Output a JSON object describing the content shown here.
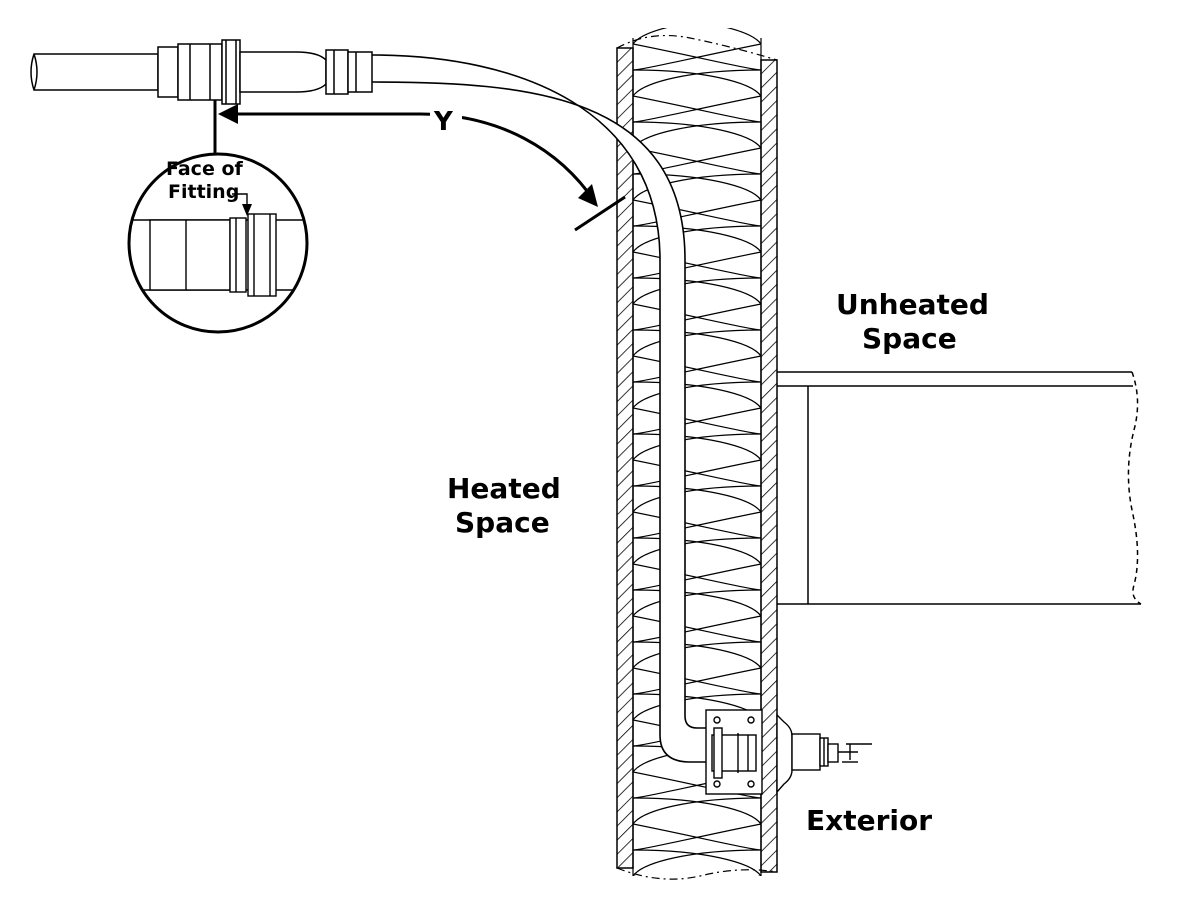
{
  "labels": {
    "dimension": "Y",
    "inset_line1": "Face of",
    "inset_line2": "Fitting",
    "unheated_line1": "Unheated",
    "unheated_line2": "Space",
    "heated_line1": "Heated",
    "heated_line2": "Space",
    "exterior": "Exterior"
  },
  "colors": {
    "stroke": "#000000",
    "background": "#ffffff"
  }
}
